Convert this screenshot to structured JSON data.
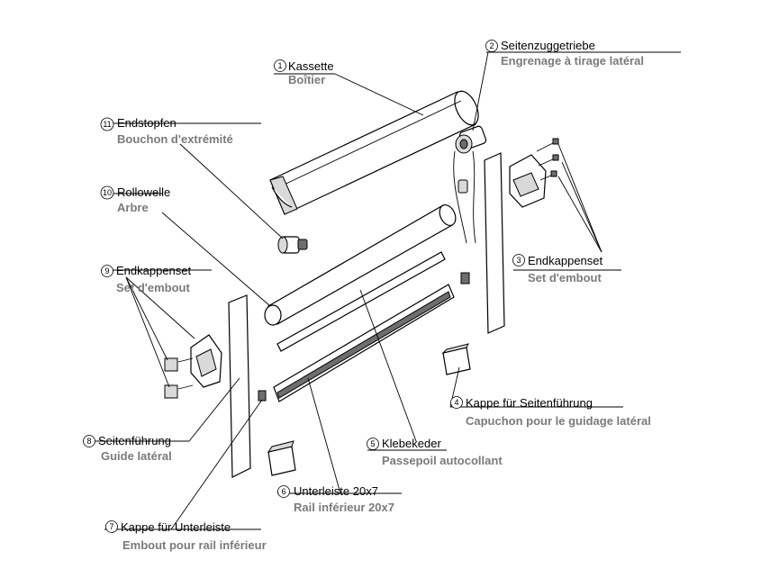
{
  "parts": [
    {
      "num": "1",
      "de": "Kassette",
      "fr": "Boîtier"
    },
    {
      "num": "2",
      "de": "Seitenzuggetriebe",
      "fr": "Engrenage à tirage latéral"
    },
    {
      "num": "3",
      "de": "Endkappenset",
      "fr": "Set d'embout"
    },
    {
      "num": "4",
      "de": "Kappe für Seitenführung",
      "fr": "Capuchon pour le guidage latéral"
    },
    {
      "num": "5",
      "de": "Klebekeder",
      "fr": "Passepoil autocollant"
    },
    {
      "num": "6",
      "de": "Unterleiste 20x7",
      "fr": "Rail inférieur 20x7"
    },
    {
      "num": "7",
      "de": "Kappe für Unterleiste",
      "fr": "Embout pour rail inférieur"
    },
    {
      "num": "8",
      "de": "Seitenführung",
      "fr": "Guide latéral"
    },
    {
      "num": "9",
      "de": "Endkappenset",
      "fr": "Set d'embout"
    },
    {
      "num": "10",
      "de": "Rollowelle",
      "fr": "Arbre"
    },
    {
      "num": "11",
      "de": "Endstopfen",
      "fr": "Bouchon d'extrémité"
    }
  ]
}
